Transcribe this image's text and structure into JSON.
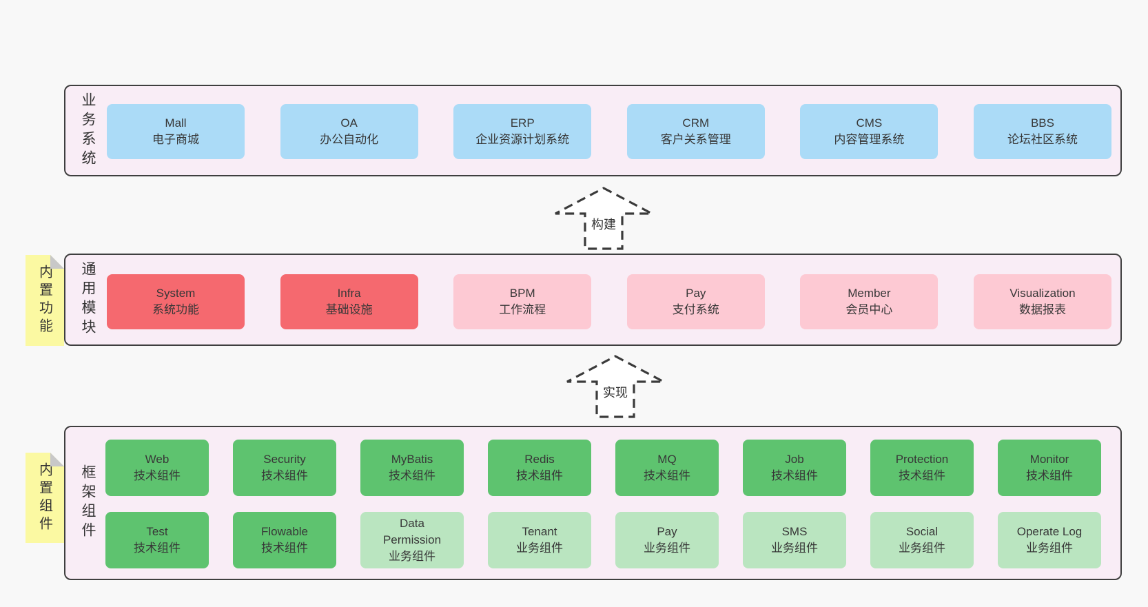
{
  "palette": {
    "page_bg": "#f8f8f8",
    "panel_bg": "#f9edf6",
    "panel_border": "#3f3f3f",
    "blue": "#abdbf7",
    "red": "#f5696f",
    "pink": "#fdc9d3",
    "green": "#5ec36f",
    "lightgreen": "#bae5c0",
    "sticky_yellow": "#fbf9a2",
    "fold_gray": "#c8c8c8",
    "text": "#373737"
  },
  "sections": [
    {
      "id": "business-systems",
      "side_label": "业务系统",
      "boxes": [
        {
          "title": "Mall",
          "subtitle": "电子商城",
          "variant": "blue"
        },
        {
          "title": "OA",
          "subtitle": "办公自动化",
          "variant": "blue"
        },
        {
          "title": "ERP",
          "subtitle": "企业资源计划系统",
          "variant": "blue"
        },
        {
          "title": "CRM",
          "subtitle": "客户关系管理",
          "variant": "blue"
        },
        {
          "title": "CMS",
          "subtitle": "内容管理系统",
          "variant": "blue"
        },
        {
          "title": "BBS",
          "subtitle": "论坛社区系统",
          "variant": "blue"
        }
      ]
    },
    {
      "id": "common-modules",
      "side_label": "通用模块",
      "sticky_label": "内置功能",
      "boxes": [
        {
          "title": "System",
          "subtitle": "系统功能",
          "variant": "red"
        },
        {
          "title": "Infra",
          "subtitle": "基础设施",
          "variant": "red"
        },
        {
          "title": "BPM",
          "subtitle": "工作流程",
          "variant": "pink"
        },
        {
          "title": "Pay",
          "subtitle": "支付系统",
          "variant": "pink"
        },
        {
          "title": "Member",
          "subtitle": "会员中心",
          "variant": "pink"
        },
        {
          "title": "Visualization",
          "subtitle": "数据报表",
          "variant": "pink"
        }
      ]
    },
    {
      "id": "framework-components",
      "side_label": "框架组件",
      "sticky_label": "内置组件",
      "rows": [
        [
          {
            "title": "Web",
            "subtitle": "技术组件",
            "variant": "green"
          },
          {
            "title": "Security",
            "subtitle": "技术组件",
            "variant": "green"
          },
          {
            "title": "MyBatis",
            "subtitle": "技术组件",
            "variant": "green"
          },
          {
            "title": "Redis",
            "subtitle": "技术组件",
            "variant": "green"
          },
          {
            "title": "MQ",
            "subtitle": "技术组件",
            "variant": "green"
          },
          {
            "title": "Job",
            "subtitle": "技术组件",
            "variant": "green"
          },
          {
            "title": "Protection",
            "subtitle": "技术组件",
            "variant": "green"
          },
          {
            "title": "Monitor",
            "subtitle": "技术组件",
            "variant": "green"
          }
        ],
        [
          {
            "title": "Test",
            "subtitle": "技术组件",
            "variant": "green"
          },
          {
            "title": "Flowable",
            "subtitle": "技术组件",
            "variant": "green"
          },
          {
            "title": "Data Permission",
            "subtitle": "业务组件",
            "variant": "lightgreen"
          },
          {
            "title": "Tenant",
            "subtitle": "业务组件",
            "variant": "lightgreen"
          },
          {
            "title": "Pay",
            "subtitle": "业务组件",
            "variant": "lightgreen"
          },
          {
            "title": "SMS",
            "subtitle": "业务组件",
            "variant": "lightgreen"
          },
          {
            "title": "Social",
            "subtitle": "业务组件",
            "variant": "lightgreen"
          },
          {
            "title": "Operate Log",
            "subtitle": "业务组件",
            "variant": "lightgreen"
          }
        ]
      ]
    }
  ],
  "arrows": [
    {
      "label": "构建"
    },
    {
      "label": "实现"
    }
  ]
}
